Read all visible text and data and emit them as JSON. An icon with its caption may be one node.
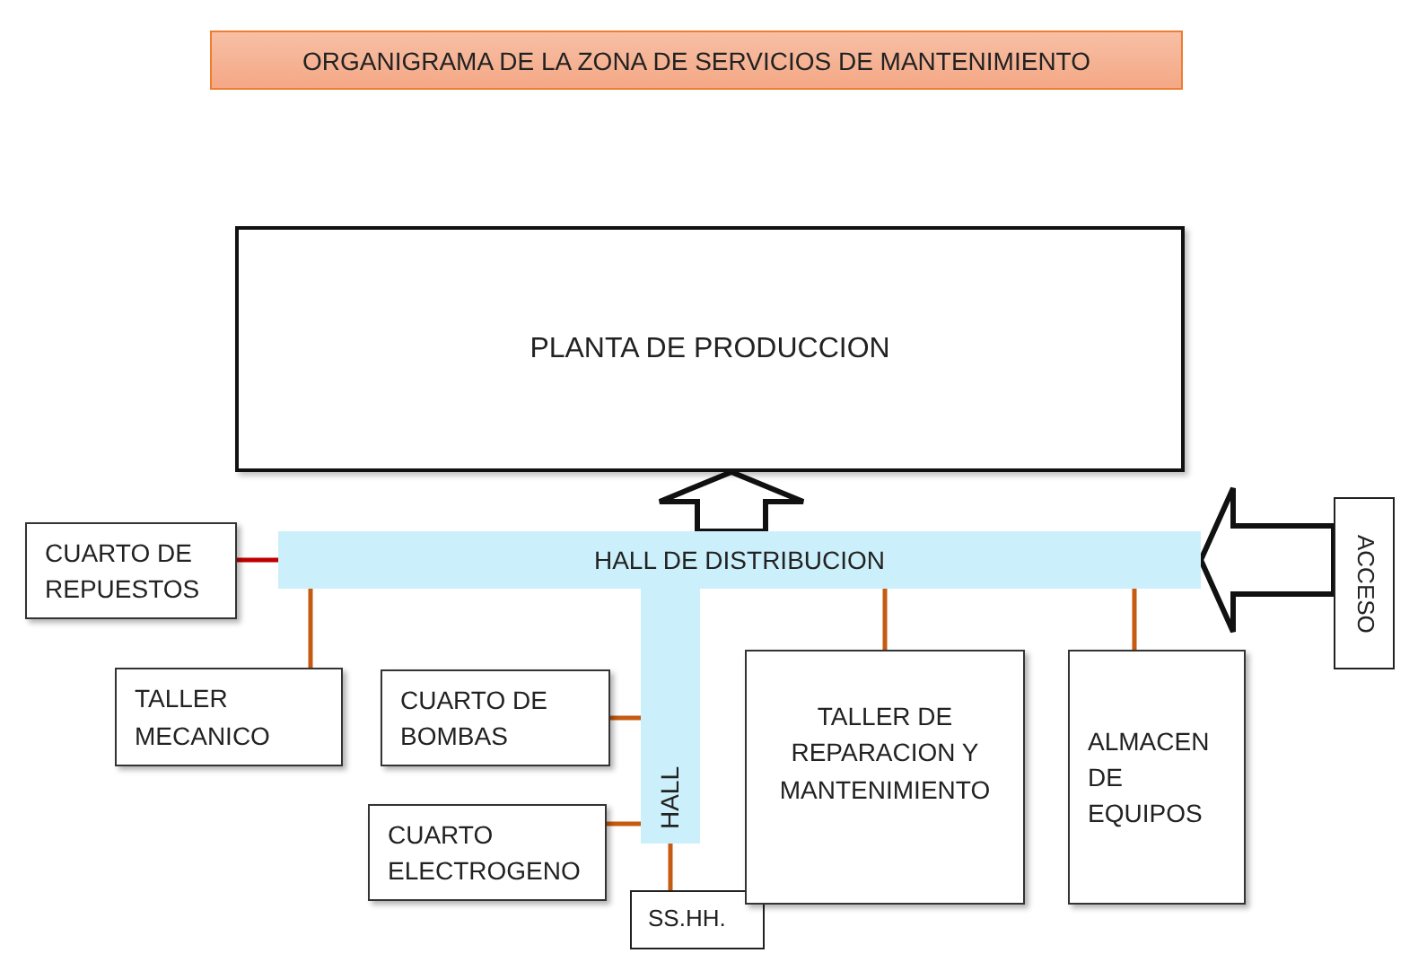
{
  "diagram": {
    "title": "ORGANIGRAMA DE LA ZONA DE SERVICIOS DE MANTENIMIENTO",
    "nodes": [
      {
        "text": [
          "PLANTA DE PRODUCCION"
        ]
      },
      {
        "text": [
          "HALL DE DISTRIBUCION"
        ]
      },
      {
        "text": [
          "HALL"
        ]
      },
      {
        "text": [
          "CUARTO DE REPUESTOS"
        ]
      },
      {
        "text": [
          "TALLER MECANICO"
        ]
      },
      {
        "text": [
          "CUARTO DE BOMBAS"
        ]
      },
      {
        "text": [
          "CUARTO ELECTROGENO"
        ]
      },
      {
        "text": [
          "SS.HH."
        ]
      },
      {
        "text": [
          "TALLER DE REPARACION Y MANTENIMIENTO"
        ]
      },
      {
        "text": [
          "ALMACEN DE EQUIPOS"
        ]
      },
      {
        "text": [
          "ACCESO"
        ]
      }
    ],
    "edges": [
      {
        "from": 1,
        "to": 0,
        "arrow": "to",
        "style": "thick"
      },
      {
        "from": 10,
        "to": 1,
        "arrow": "to",
        "style": "thick"
      },
      {
        "from": 3,
        "to": 1,
        "arrow": "none",
        "color": "#c00000"
      },
      {
        "from": 1,
        "to": 4,
        "arrow": "none"
      },
      {
        "from": 2,
        "to": 5,
        "arrow": "none"
      },
      {
        "from": 2,
        "to": 6,
        "arrow": "none"
      },
      {
        "from": 2,
        "to": 7,
        "arrow": "none"
      },
      {
        "from": 1,
        "to": 8,
        "arrow": "none"
      },
      {
        "from": 1,
        "to": 9,
        "arrow": "none"
      }
    ]
  }
}
